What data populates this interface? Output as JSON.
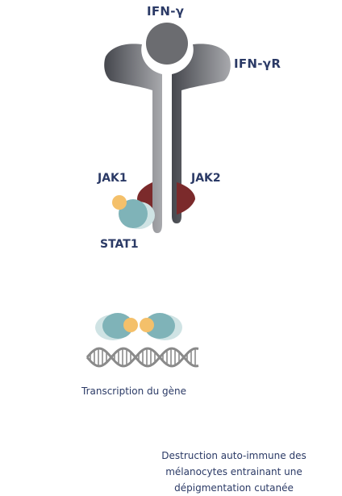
{
  "labels": {
    "ifn_gamma": "IFN-γ",
    "ifn_gamma_r": "IFN-γR",
    "jak1": "JAK1",
    "jak2": "JAK2",
    "stat1": "STAT1",
    "transcription": "Transcription du gène"
  },
  "footnote": {
    "lines": [
      "Destruction auto-immune des",
      "mélanocytes entrainant une",
      "dépigmentation cutanée"
    ]
  },
  "colors": {
    "text": "#2b3a66",
    "receptor_dark": "#4e5056",
    "receptor_light": "#a5a6aa",
    "ligand": "#6b6c70",
    "jak": "#7b2a2b",
    "stat_teal": "#7fb3b8",
    "stat_light": "#cfe3e4",
    "phosphate": "#f4c06a",
    "dna": "#8a8a8a"
  }
}
